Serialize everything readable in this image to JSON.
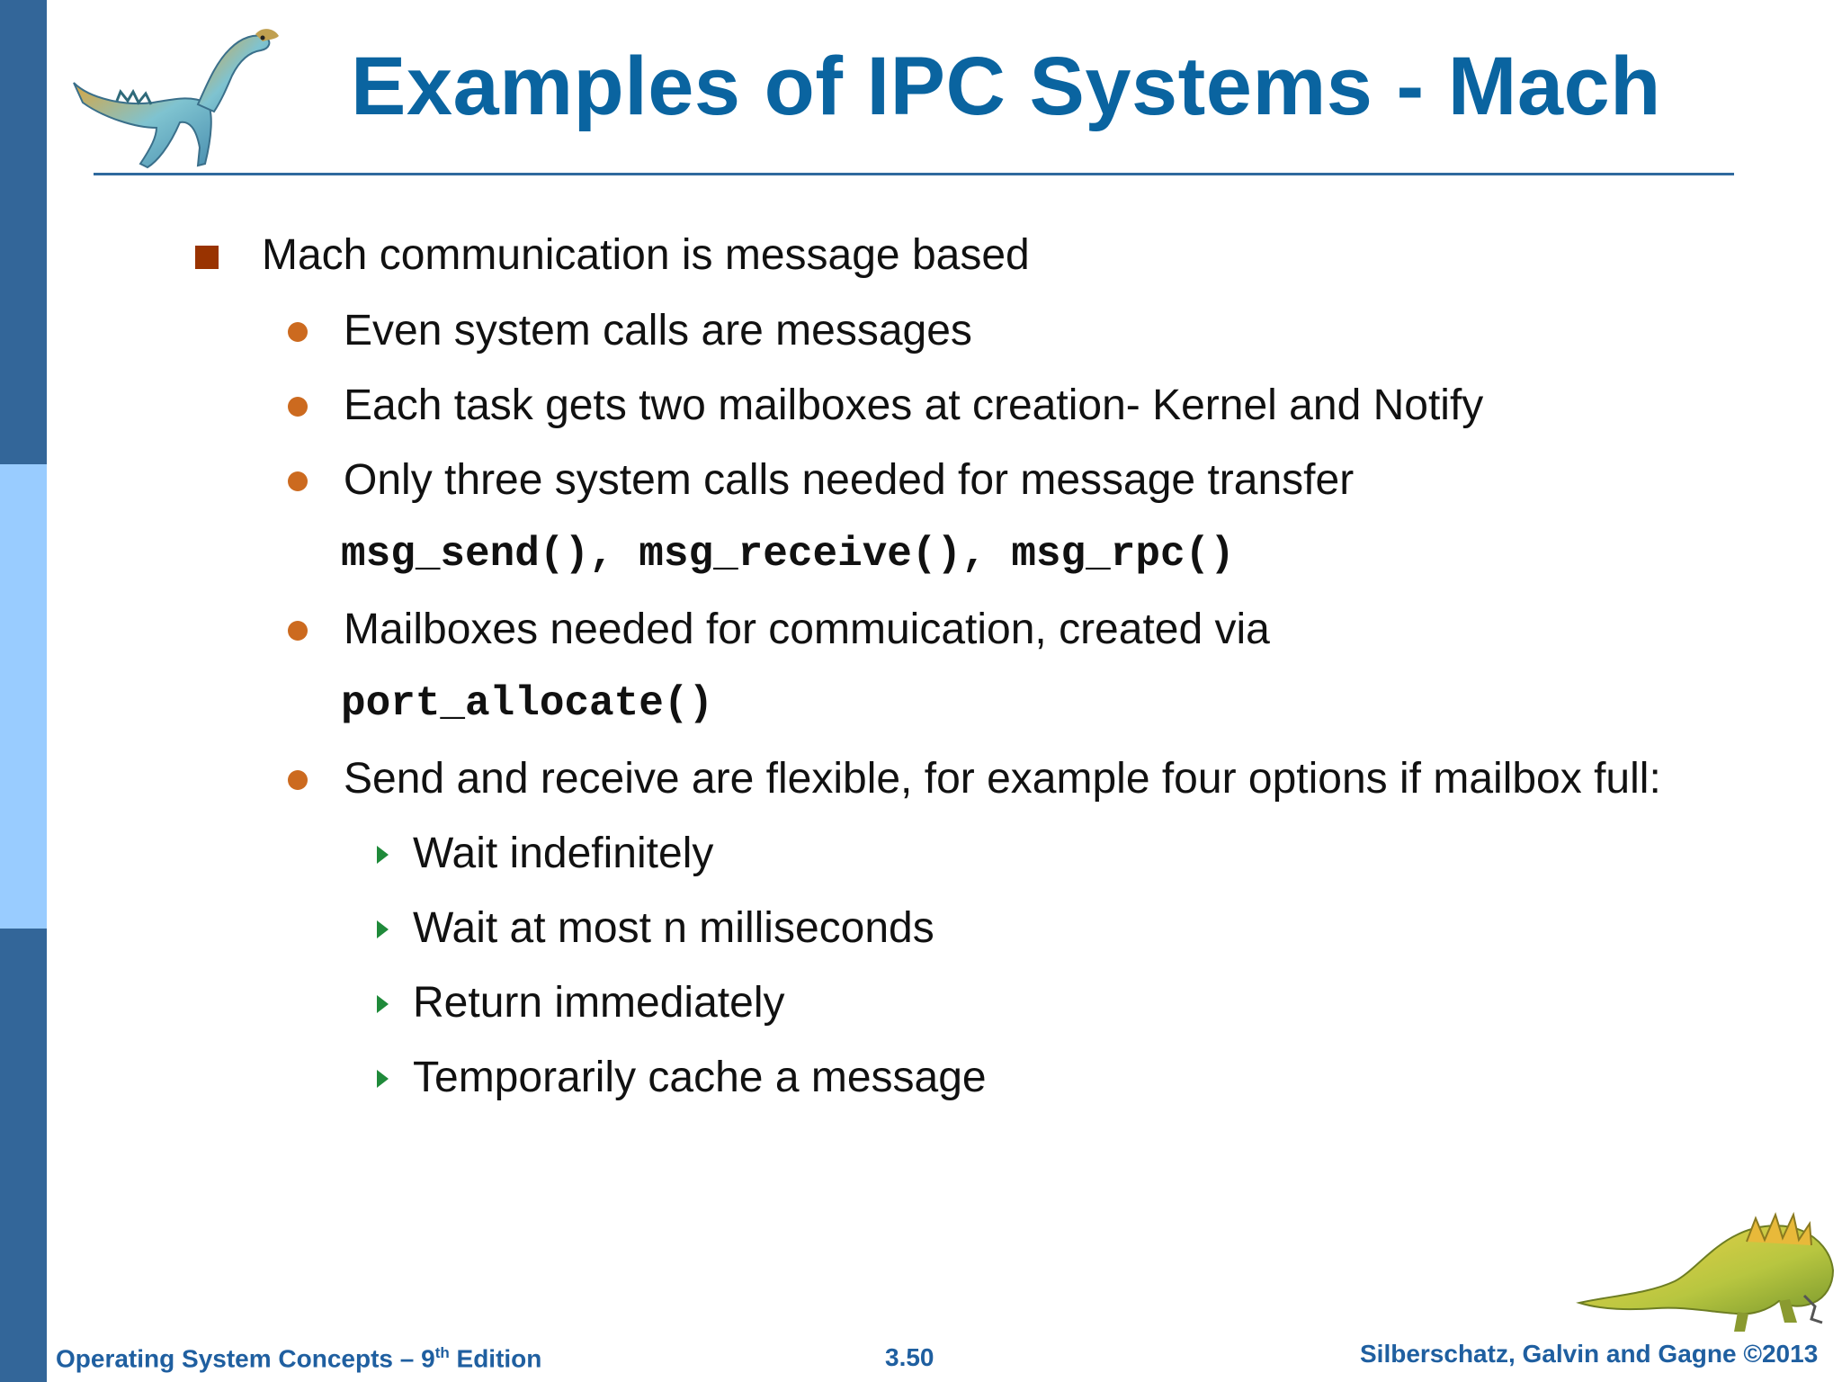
{
  "title": "Examples of IPC Systems - Mach",
  "bullets": [
    {
      "level": 1,
      "text": "Mach communication is message based"
    },
    {
      "level": 2,
      "text": "Even system calls are messages"
    },
    {
      "level": 2,
      "text": "Each task gets two mailboxes at creation- Kernel and Notify"
    },
    {
      "level": 2,
      "text": "Only three system calls needed for message transfer"
    },
    {
      "level": "code",
      "text": "msg_send(), msg_receive(), msg_rpc()"
    },
    {
      "level": 2,
      "text": "Mailboxes needed for commuication, created via"
    },
    {
      "level": "code",
      "text": "port_allocate()"
    },
    {
      "level": 2,
      "text": "Send and receive are flexible, for example four options if mailbox full:"
    },
    {
      "level": 3,
      "text": "Wait indefinitely"
    },
    {
      "level": 3,
      "text": "Wait at most n milliseconds"
    },
    {
      "level": 3,
      "text": "Return immediately"
    },
    {
      "level": 3,
      "text": "Temporarily cache a message"
    }
  ],
  "footer": {
    "book_prefix": "Operating System Concepts – 9",
    "book_sup": "th",
    "book_suffix": " Edition",
    "page": "3.50",
    "copyright": "Silberschatz, Galvin and Gagne ©2013"
  },
  "colors": {
    "title": "#0a64a0",
    "sidebar_dark": "#336699",
    "sidebar_light": "#99ccff",
    "bullet_l1": "#993300",
    "bullet_l2": "#cc6a1f",
    "bullet_l3": "#1f8a3a"
  },
  "icons": {
    "logo_top": "dinosaur-logo-icon",
    "logo_bottom": "dinosaur-logo-icon"
  }
}
